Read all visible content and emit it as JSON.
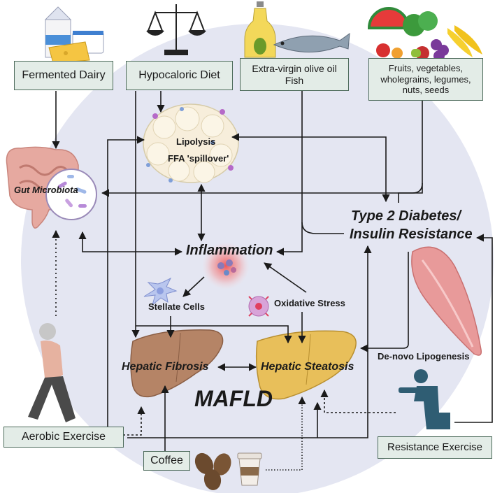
{
  "inputs": {
    "fermented_dairy": "Fermented Dairy",
    "hypocaloric_diet": "Hypocaloric Diet",
    "olive_oil_fish_line1": "Extra-virgin olive oil",
    "olive_oil_fish_line2": "Fish",
    "fruits_line1": "Fruits, vegetables,",
    "fruits_line2": "wholegrains, legumes,",
    "fruits_line3": "nuts, seeds",
    "aerobic_exercise": "Aerobic Exercise",
    "coffee": "Coffee",
    "resistance_exercise": "Resistance Exercise"
  },
  "nodes": {
    "lipolysis": "Lipolysis",
    "ffa_spillover": "FFA 'spillover'",
    "gut_microbiota": "Gut Microbiota",
    "t2d_line1": "Type 2 Diabetes/",
    "t2d_line2": "Insulin Resistance",
    "inflammation": "Inflammation",
    "stellate_cells": "Stellate Cells",
    "oxidative_stress": "Oxidative Stress",
    "hepatic_fibrosis": "Hepatic Fibrosis",
    "hepatic_steatosis": "Hepatic Steatosis",
    "de_novo_lipogenesis": "De-novo Lipogenesis",
    "mafld": "MAFLD"
  },
  "colors": {
    "background_circle": "#e4e6f2",
    "box_fill": "#e3ece7",
    "box_border": "#4c6a5a",
    "arrow": "#1a1a1a",
    "liver_fibrosis": "#b58466",
    "liver_steatosis": "#e8bf5a",
    "inflammation_glow": "#f05a5a",
    "muscle": "#e89a9a",
    "gut": "#e6a9a0",
    "exercise_figure": "#2f5d73"
  }
}
